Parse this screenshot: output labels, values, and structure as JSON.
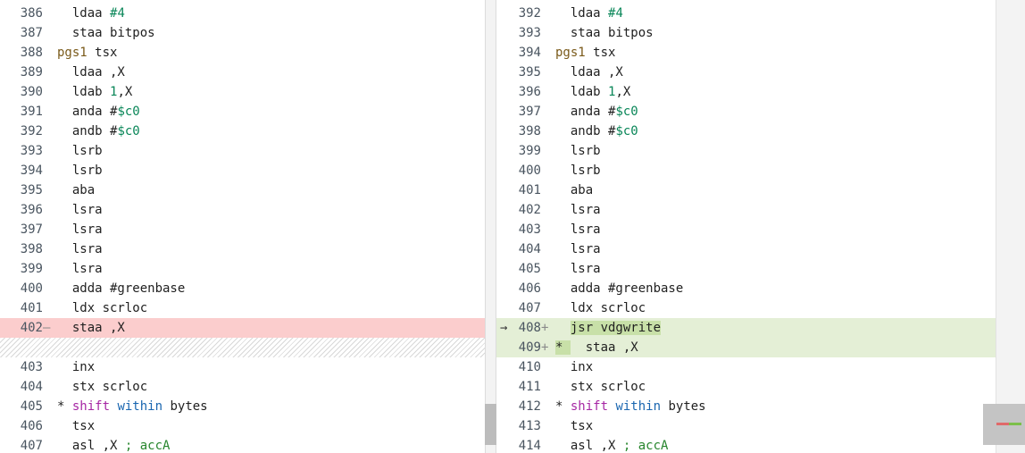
{
  "left": {
    "lines": [
      {
        "ln": "386",
        "marker": "",
        "type": "normal",
        "segments": [
          {
            "t": "  ldaa ",
            "c": ""
          },
          {
            "t": "#4",
            "c": "tok-num"
          }
        ]
      },
      {
        "ln": "387",
        "marker": "",
        "type": "normal",
        "segments": [
          {
            "t": "  staa bitpos",
            "c": ""
          }
        ]
      },
      {
        "ln": "388",
        "marker": "",
        "type": "normal",
        "segments": [
          {
            "t": "pgs1",
            "c": "tok-label"
          },
          {
            "t": " tsx",
            "c": ""
          }
        ]
      },
      {
        "ln": "389",
        "marker": "",
        "type": "normal",
        "segments": [
          {
            "t": "  ldaa ,X",
            "c": ""
          }
        ]
      },
      {
        "ln": "390",
        "marker": "",
        "type": "normal",
        "segments": [
          {
            "t": "  ldab ",
            "c": ""
          },
          {
            "t": "1",
            "c": "tok-num"
          },
          {
            "t": ",X",
            "c": ""
          }
        ]
      },
      {
        "ln": "391",
        "marker": "",
        "type": "normal",
        "segments": [
          {
            "t": "  anda #",
            "c": ""
          },
          {
            "t": "$c0",
            "c": "tok-num"
          }
        ]
      },
      {
        "ln": "392",
        "marker": "",
        "type": "normal",
        "segments": [
          {
            "t": "  andb #",
            "c": ""
          },
          {
            "t": "$c0",
            "c": "tok-num"
          }
        ]
      },
      {
        "ln": "393",
        "marker": "",
        "type": "normal",
        "segments": [
          {
            "t": "  lsrb",
            "c": ""
          }
        ]
      },
      {
        "ln": "394",
        "marker": "",
        "type": "normal",
        "segments": [
          {
            "t": "  lsrb",
            "c": ""
          }
        ]
      },
      {
        "ln": "395",
        "marker": "",
        "type": "normal",
        "segments": [
          {
            "t": "  aba",
            "c": ""
          }
        ]
      },
      {
        "ln": "396",
        "marker": "",
        "type": "normal",
        "segments": [
          {
            "t": "  lsra",
            "c": ""
          }
        ]
      },
      {
        "ln": "397",
        "marker": "",
        "type": "normal",
        "segments": [
          {
            "t": "  lsra",
            "c": ""
          }
        ]
      },
      {
        "ln": "398",
        "marker": "",
        "type": "normal",
        "segments": [
          {
            "t": "  lsra",
            "c": ""
          }
        ]
      },
      {
        "ln": "399",
        "marker": "",
        "type": "normal",
        "segments": [
          {
            "t": "  lsra",
            "c": ""
          }
        ]
      },
      {
        "ln": "400",
        "marker": "",
        "type": "normal",
        "segments": [
          {
            "t": "  adda #greenbase",
            "c": ""
          }
        ]
      },
      {
        "ln": "401",
        "marker": "",
        "type": "normal",
        "segments": [
          {
            "t": "  ldx scrloc",
            "c": ""
          }
        ]
      },
      {
        "ln": "402",
        "marker": "—",
        "type": "removed",
        "segments": [
          {
            "t": "  staa ,X",
            "c": ""
          }
        ]
      },
      {
        "ln": "",
        "marker": "",
        "type": "placeholder",
        "segments": []
      },
      {
        "ln": "403",
        "marker": "",
        "type": "normal",
        "segments": [
          {
            "t": "  inx",
            "c": ""
          }
        ]
      },
      {
        "ln": "404",
        "marker": "",
        "type": "normal",
        "segments": [
          {
            "t": "  stx scrloc",
            "c": ""
          }
        ]
      },
      {
        "ln": "405",
        "marker": "",
        "type": "normal",
        "segments": [
          {
            "t": "* ",
            "c": ""
          },
          {
            "t": "shift",
            "c": "tok-kw"
          },
          {
            "t": " ",
            "c": ""
          },
          {
            "t": "within",
            "c": "tok-op"
          },
          {
            "t": " bytes",
            "c": ""
          }
        ]
      },
      {
        "ln": "406",
        "marker": "",
        "type": "normal",
        "segments": [
          {
            "t": "  tsx",
            "c": ""
          }
        ]
      },
      {
        "ln": "407",
        "marker": "",
        "type": "normal",
        "segments": [
          {
            "t": "  asl ,X ",
            "c": ""
          },
          {
            "t": "; accA",
            "c": "tok-comment"
          }
        ]
      }
    ]
  },
  "right": {
    "lines": [
      {
        "ln": "392",
        "marker": "",
        "type": "normal",
        "segments": [
          {
            "t": "  ldaa ",
            "c": ""
          },
          {
            "t": "#4",
            "c": "tok-num"
          }
        ]
      },
      {
        "ln": "393",
        "marker": "",
        "type": "normal",
        "segments": [
          {
            "t": "  staa bitpos",
            "c": ""
          }
        ]
      },
      {
        "ln": "394",
        "marker": "",
        "type": "normal",
        "segments": [
          {
            "t": "pgs1",
            "c": "tok-label"
          },
          {
            "t": " tsx",
            "c": ""
          }
        ]
      },
      {
        "ln": "395",
        "marker": "",
        "type": "normal",
        "segments": [
          {
            "t": "  ldaa ,X",
            "c": ""
          }
        ]
      },
      {
        "ln": "396",
        "marker": "",
        "type": "normal",
        "segments": [
          {
            "t": "  ldab ",
            "c": ""
          },
          {
            "t": "1",
            "c": "tok-num"
          },
          {
            "t": ",X",
            "c": ""
          }
        ]
      },
      {
        "ln": "397",
        "marker": "",
        "type": "normal",
        "segments": [
          {
            "t": "  anda #",
            "c": ""
          },
          {
            "t": "$c0",
            "c": "tok-num"
          }
        ]
      },
      {
        "ln": "398",
        "marker": "",
        "type": "normal",
        "segments": [
          {
            "t": "  andb #",
            "c": ""
          },
          {
            "t": "$c0",
            "c": "tok-num"
          }
        ]
      },
      {
        "ln": "399",
        "marker": "",
        "type": "normal",
        "segments": [
          {
            "t": "  lsrb",
            "c": ""
          }
        ]
      },
      {
        "ln": "400",
        "marker": "",
        "type": "normal",
        "segments": [
          {
            "t": "  lsrb",
            "c": ""
          }
        ]
      },
      {
        "ln": "401",
        "marker": "",
        "type": "normal",
        "segments": [
          {
            "t": "  aba",
            "c": ""
          }
        ]
      },
      {
        "ln": "402",
        "marker": "",
        "type": "normal",
        "segments": [
          {
            "t": "  lsra",
            "c": ""
          }
        ]
      },
      {
        "ln": "403",
        "marker": "",
        "type": "normal",
        "segments": [
          {
            "t": "  lsra",
            "c": ""
          }
        ]
      },
      {
        "ln": "404",
        "marker": "",
        "type": "normal",
        "segments": [
          {
            "t": "  lsra",
            "c": ""
          }
        ]
      },
      {
        "ln": "405",
        "marker": "",
        "type": "normal",
        "segments": [
          {
            "t": "  lsra",
            "c": ""
          }
        ]
      },
      {
        "ln": "406",
        "marker": "",
        "type": "normal",
        "segments": [
          {
            "t": "  adda #greenbase",
            "c": ""
          }
        ]
      },
      {
        "ln": "407",
        "marker": "",
        "type": "normal",
        "segments": [
          {
            "t": "  ldx scrloc",
            "c": ""
          }
        ]
      },
      {
        "ln": "408",
        "marker": "+",
        "arrow": "→",
        "type": "added",
        "segments": [
          {
            "t": "  ",
            "c": ""
          },
          {
            "t": "jsr vdgwrite",
            "c": "hl-ins"
          }
        ]
      },
      {
        "ln": "409",
        "marker": "+",
        "type": "added",
        "segments": [
          {
            "t": "* ",
            "c": "hl-ins"
          },
          {
            "t": "  staa ,X",
            "c": ""
          }
        ]
      },
      {
        "ln": "410",
        "marker": "",
        "type": "normal",
        "segments": [
          {
            "t": "  inx",
            "c": ""
          }
        ]
      },
      {
        "ln": "411",
        "marker": "",
        "type": "normal",
        "segments": [
          {
            "t": "  stx scrloc",
            "c": ""
          }
        ]
      },
      {
        "ln": "412",
        "marker": "",
        "type": "normal",
        "segments": [
          {
            "t": "* ",
            "c": ""
          },
          {
            "t": "shift",
            "c": "tok-kw"
          },
          {
            "t": " ",
            "c": ""
          },
          {
            "t": "within",
            "c": "tok-op"
          },
          {
            "t": " bytes",
            "c": ""
          }
        ]
      },
      {
        "ln": "413",
        "marker": "",
        "type": "normal",
        "segments": [
          {
            "t": "  tsx",
            "c": ""
          }
        ]
      },
      {
        "ln": "414",
        "marker": "",
        "type": "normal",
        "segments": [
          {
            "t": "  asl ,X ",
            "c": ""
          },
          {
            "t": "; accA",
            "c": "tok-comment"
          }
        ]
      }
    ]
  },
  "colors": {
    "removed_bg": "#fbcdcd",
    "added_bg": "#e4efd6",
    "inserted_text_bg": "#c8e0a8",
    "number": "#098658",
    "label": "#7a5a1a",
    "keyword": "#a626a4",
    "comment": "#28862e"
  }
}
